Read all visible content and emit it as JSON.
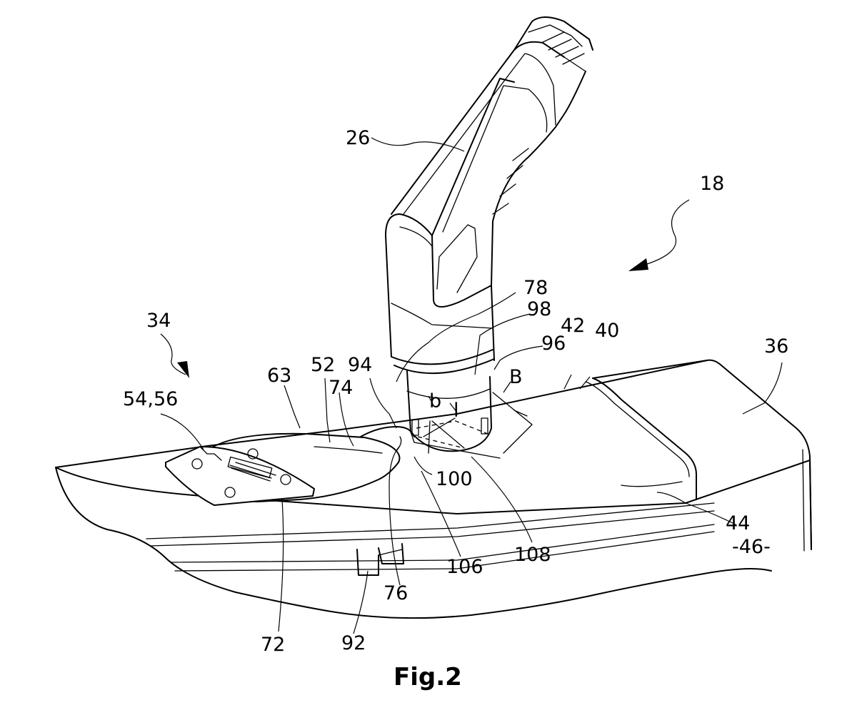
{
  "figure": {
    "caption": "Fig.2",
    "labels": {
      "l26": "26",
      "l18": "18",
      "l78": "78",
      "l98": "98",
      "l96": "96",
      "l42": "42",
      "l40": "40",
      "l36": "36",
      "l34": "34",
      "l63": "63",
      "l52": "52",
      "l94": "94",
      "l74": "74",
      "lb": "b",
      "ll": "l",
      "lB": "B",
      "l5456": "54,56",
      "l100": "100",
      "l106": "106",
      "l108": "108",
      "l44": "44",
      "l46": "-46-",
      "l76": "76",
      "l72": "72",
      "l92": "92"
    }
  }
}
